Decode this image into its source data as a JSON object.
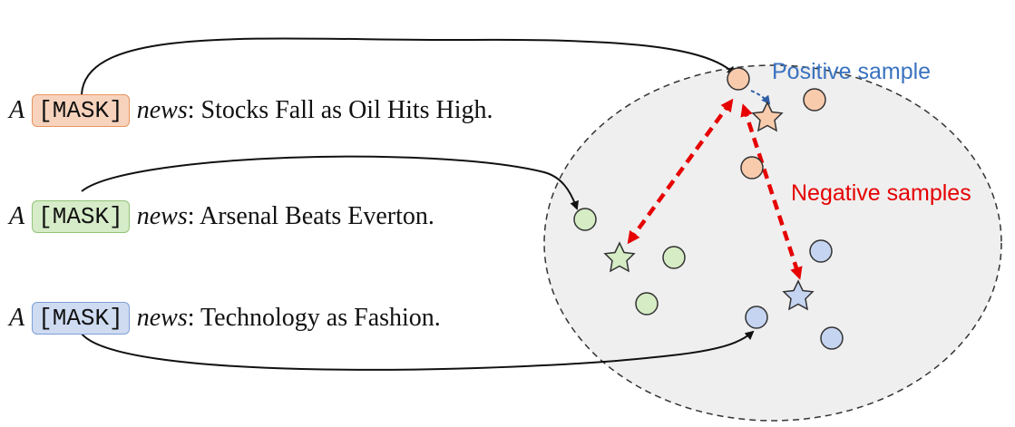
{
  "sentences": [
    {
      "article": "A",
      "mask": "[MASK]",
      "news_word": "news",
      "text": ": Stocks Fall as Oil Hits High.",
      "color": "orange"
    },
    {
      "article": "A",
      "mask": "[MASK]",
      "news_word": "news",
      "text": ": Arsenal Beats Everton.",
      "color": "green"
    },
    {
      "article": "A",
      "mask": "[MASK]",
      "news_word": "news",
      "text": ": Technology as Fashion.",
      "color": "blue"
    }
  ],
  "labels": {
    "positive": "Positive sample",
    "negative": "Negative samples"
  },
  "colors": {
    "orange_fill": "#f9cbad",
    "green_fill": "#d5ecc4",
    "blue_fill": "#c5d4f0",
    "point_stroke": "#333333",
    "positive_label": "#3a73c0",
    "negative_label": "#e60000",
    "negative_arrow": "#e60000",
    "positive_arrow": "#2f5ea8",
    "region_fill": "#efefef"
  }
}
